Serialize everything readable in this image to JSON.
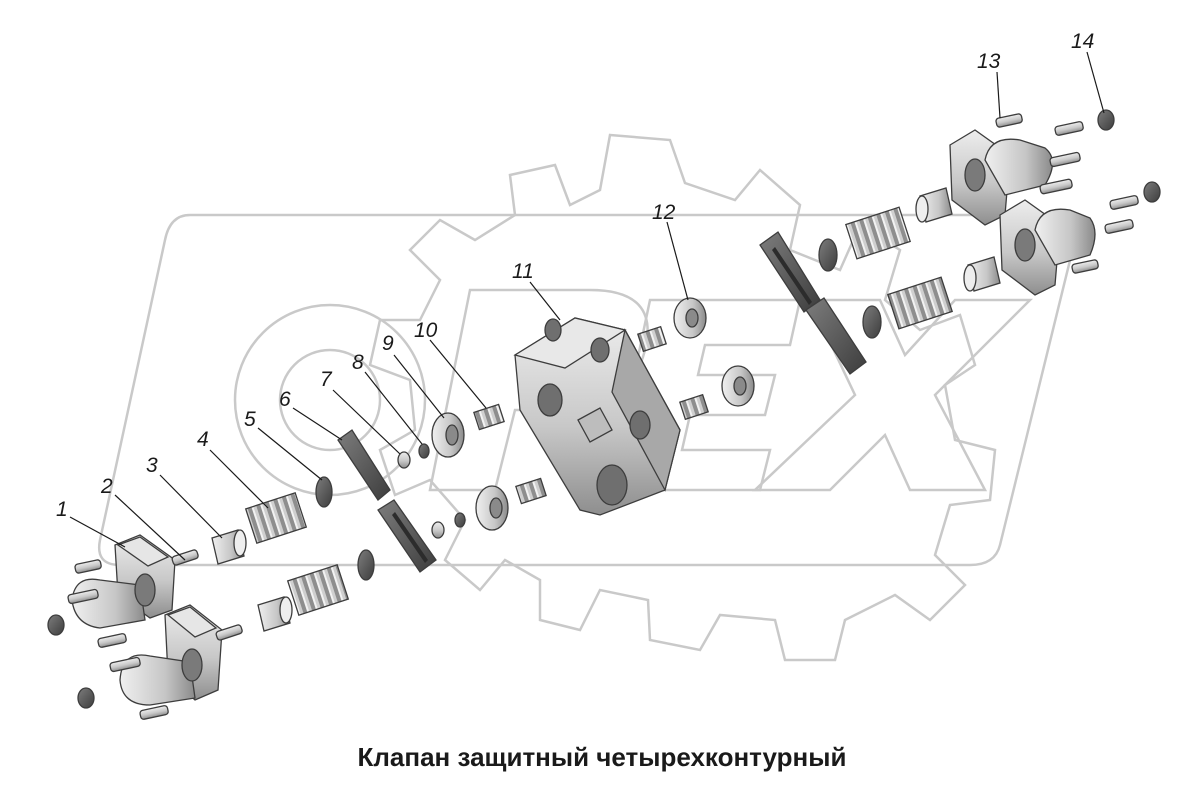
{
  "caption": "Клапан защитный четырехконтурный",
  "watermark": {
    "text": "OPEX",
    "color": "#c9c9c9"
  },
  "callouts": [
    "1",
    "2",
    "3",
    "4",
    "5",
    "6",
    "7",
    "8",
    "9",
    "10",
    "11",
    "12",
    "13",
    "14"
  ],
  "colors": {
    "part_fill": "#d2d2d2",
    "part_dark": "#8c8c8c",
    "part_light": "#ececec",
    "ink": "#1a1a1a"
  }
}
